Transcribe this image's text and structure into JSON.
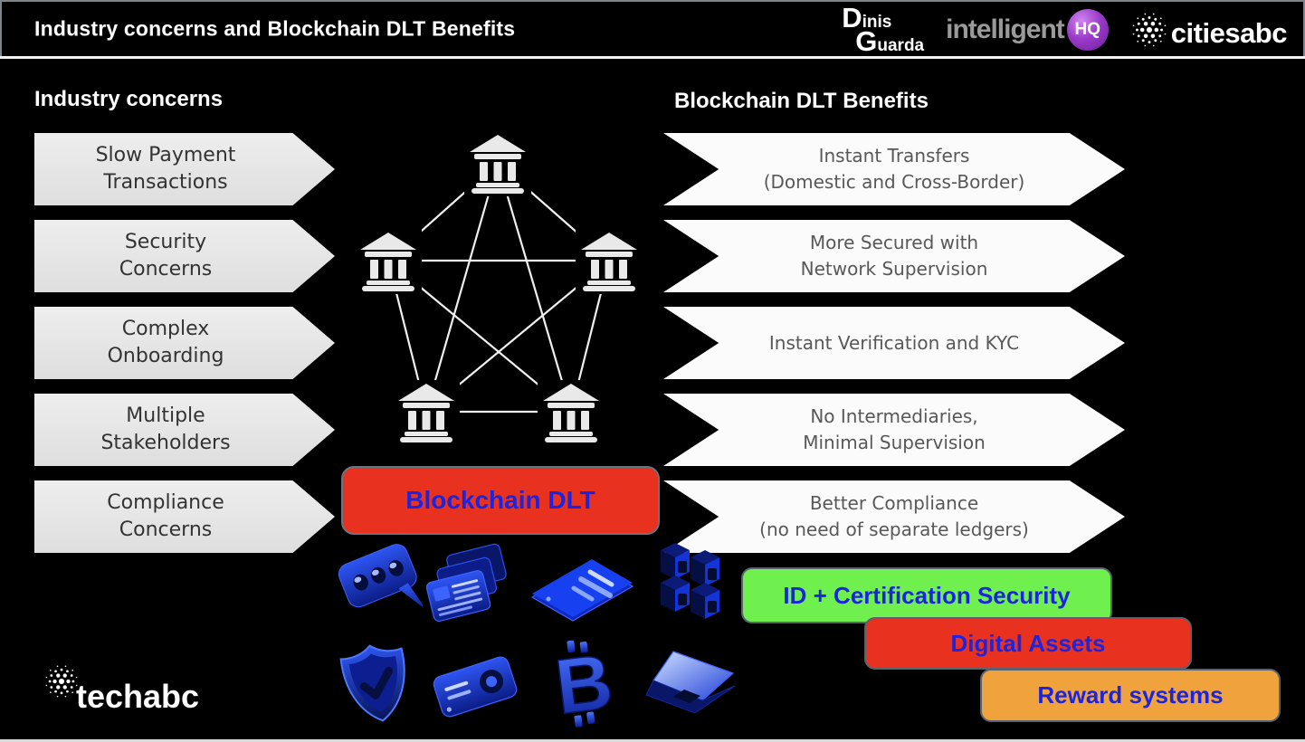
{
  "header": {
    "title": "Industry concerns and Blockchain DLT Benefits",
    "logos": {
      "dinis_guarda": {
        "line1_initial": "D",
        "line1_rest": "inis",
        "line2_initial": "G",
        "line2_rest": "uarda"
      },
      "intelligenthq": {
        "text": "intelligent",
        "badge": "HQ"
      },
      "citiesabc": {
        "text": "citiesabc"
      }
    }
  },
  "left_panel": {
    "heading": "Industry concerns",
    "items": [
      {
        "line1": "Slow Payment",
        "line2": "Transactions"
      },
      {
        "line1": "Security",
        "line2": "Concerns"
      },
      {
        "line1": "Complex",
        "line2": "Onboarding"
      },
      {
        "line1": "Multiple",
        "line2": "Stakeholders"
      },
      {
        "line1": "Compliance",
        "line2": "Concerns"
      }
    ]
  },
  "right_panel": {
    "heading": "Blockchain DLT Benefits",
    "items": [
      {
        "line1": "Instant Transfers",
        "line2": "(Domestic and Cross-Border)"
      },
      {
        "line1": "More Secured with",
        "line2": "Network Supervision"
      },
      {
        "line1": "Instant Verification and KYC",
        "line2": ""
      },
      {
        "line1": "No Intermediaries,",
        "line2": "Minimal Supervision"
      },
      {
        "line1": "Better Compliance",
        "line2": "(no need of separate ledgers)"
      }
    ]
  },
  "center": {
    "label": "Blockchain DLT",
    "bank_count": 5,
    "icons_row1": [
      "chat-bubbles",
      "id-cards-stack",
      "document-tablet",
      "blockchain-cubes"
    ],
    "icons_row2": [
      "shield-check",
      "card-reader",
      "bitcoin",
      "laptop"
    ]
  },
  "tags": [
    {
      "label": "ID + Certification Security",
      "bg": "#70f04e"
    },
    {
      "label": "Digital Assets",
      "bg": "#e8311f"
    },
    {
      "label": "Reward systems",
      "bg": "#f0a33c"
    }
  ],
  "footer": {
    "brand": "techabc"
  },
  "colors": {
    "background": "#000000",
    "left_arrow_fill": "#e8e8e8",
    "right_arrow_fill": "#fbfbfb",
    "dlt_box_red": "#e8311f",
    "tag_green": "#70f04e",
    "tag_red": "#e8311f",
    "tag_orange": "#f0a33c",
    "label_blue": "#1b25e0",
    "icon_blue": "#1334d8",
    "intelligenthq_purple": "#9b3cc9"
  }
}
